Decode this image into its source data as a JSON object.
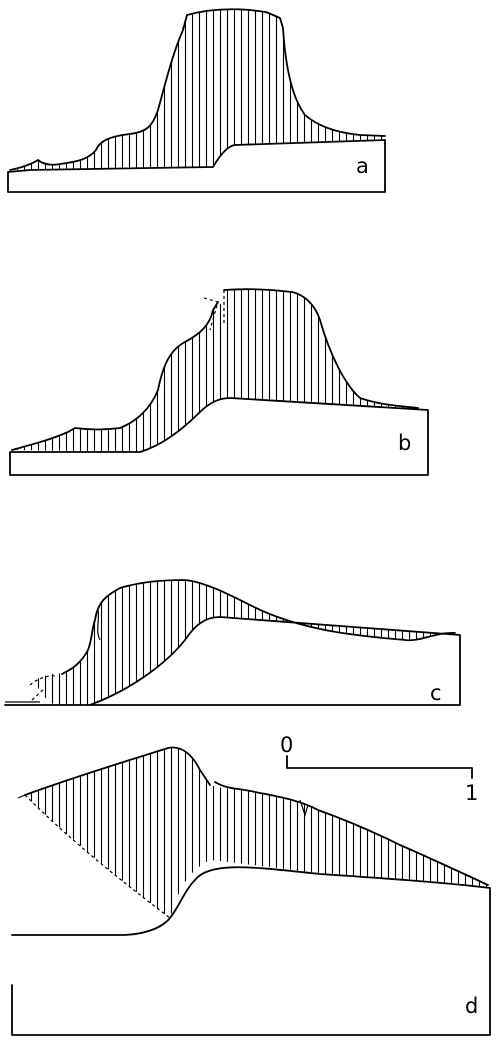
{
  "panels": [
    {
      "label": "a"
    },
    {
      "label": "b"
    },
    {
      "label": "c"
    },
    {
      "label": "d"
    }
  ],
  "scale_bar": {
    "start_label": "0",
    "end_label": "1"
  }
}
